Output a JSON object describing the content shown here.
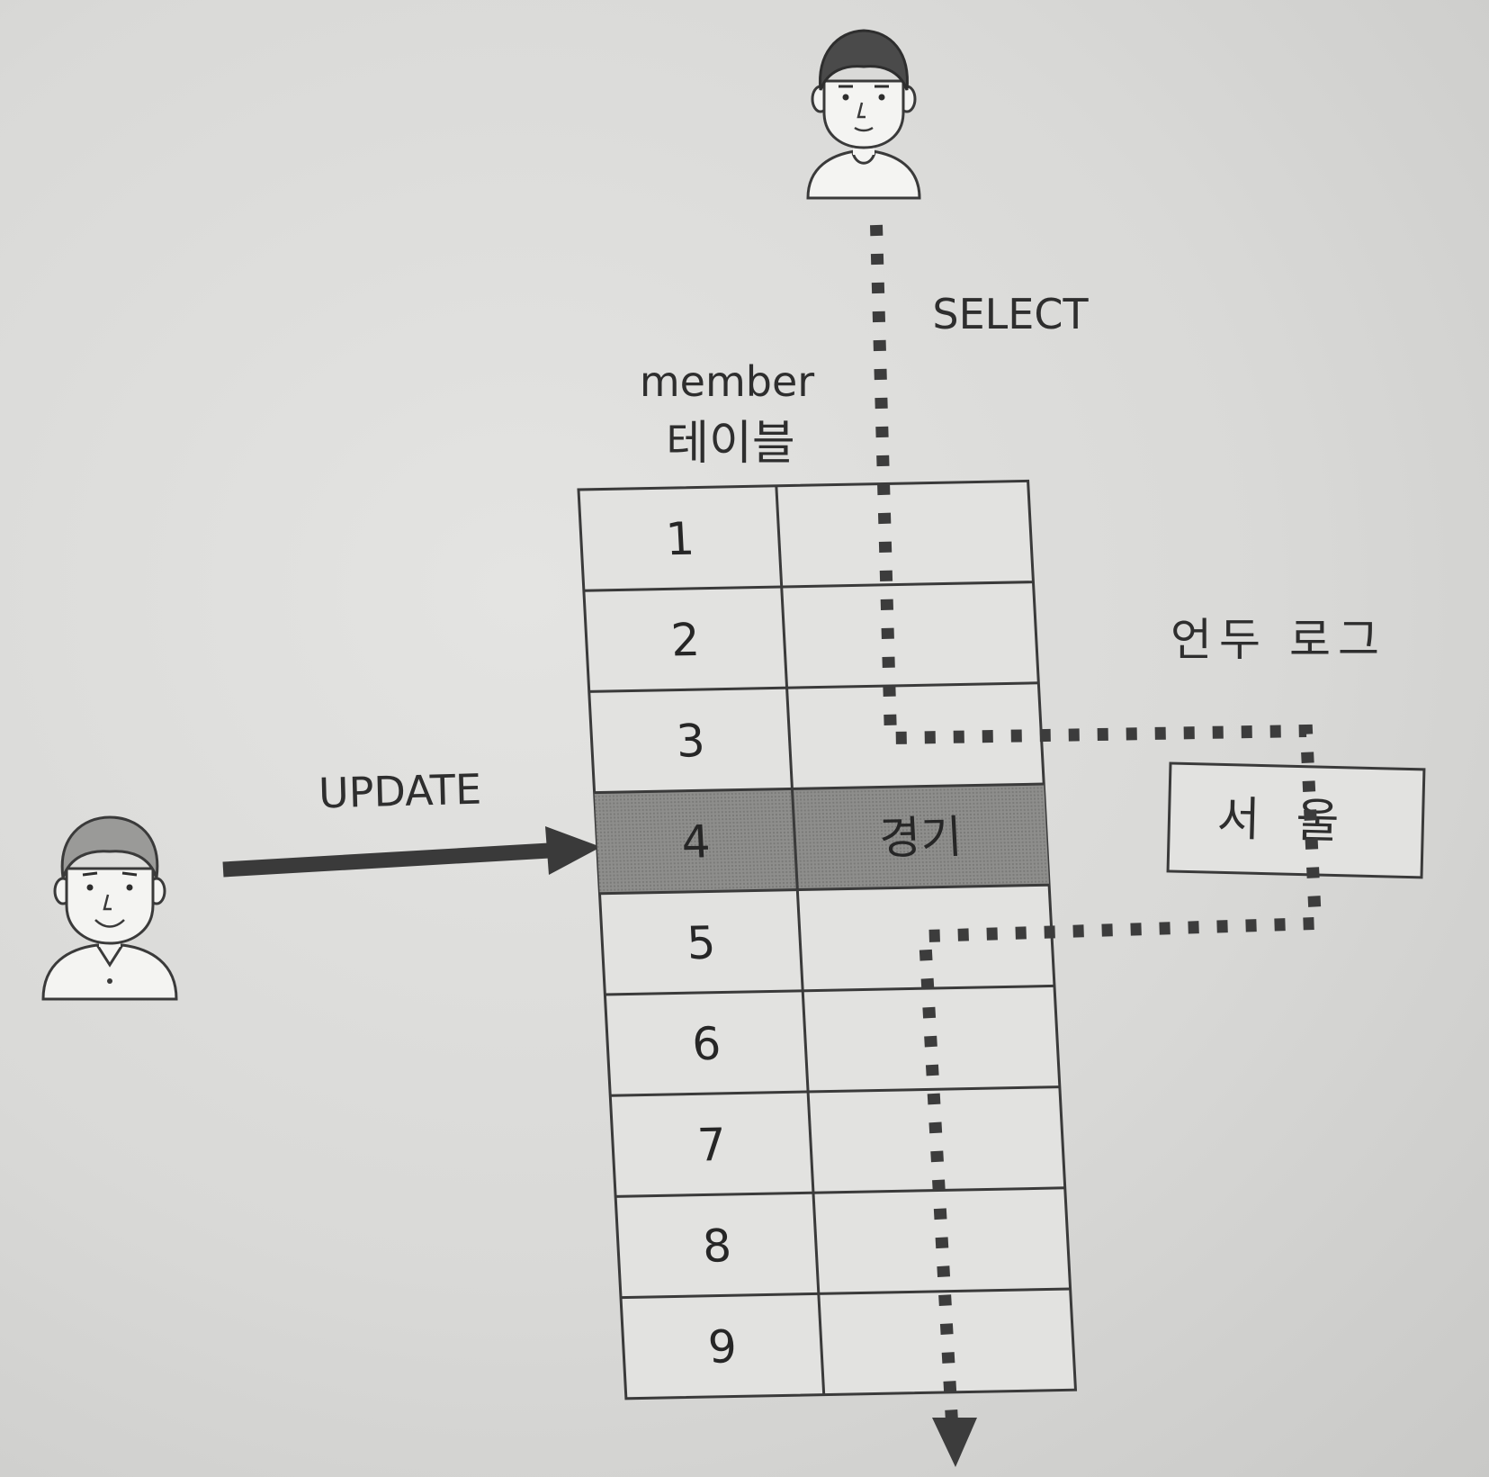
{
  "select_label": "SELECT",
  "update_label": "UPDATE",
  "table_name_line1": "member",
  "table_name_line2": "테이블",
  "undo_log_label": "언두 로그",
  "undo_log_value": "서울",
  "table": {
    "rows": [
      {
        "id": "1",
        "value": ""
      },
      {
        "id": "2",
        "value": ""
      },
      {
        "id": "3",
        "value": ""
      },
      {
        "id": "4",
        "value": "경기"
      },
      {
        "id": "5",
        "value": ""
      },
      {
        "id": "6",
        "value": ""
      },
      {
        "id": "7",
        "value": ""
      },
      {
        "id": "8",
        "value": ""
      },
      {
        "id": "9",
        "value": ""
      }
    ],
    "highlighted_row": 3
  },
  "icons": {
    "select_user": "person-icon",
    "update_user": "person-icon"
  },
  "colors": {
    "highlight": "#8e8e8c",
    "line": "#3a3a3a",
    "dotted_path": "#3c3c3c"
  }
}
